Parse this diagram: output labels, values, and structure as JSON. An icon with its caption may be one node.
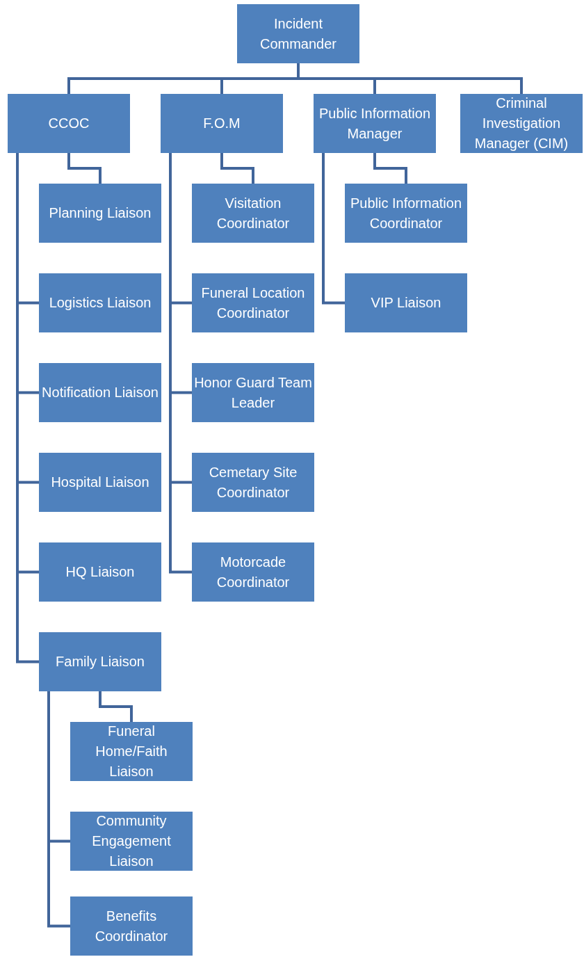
{
  "diagram": {
    "nodes": [
      {
        "text": [
          "Incident Commander"
        ]
      },
      {
        "text": [
          "CCOC"
        ]
      },
      {
        "text": [
          "F.O.M"
        ]
      },
      {
        "text": [
          "Public Information Manager"
        ]
      },
      {
        "text": [
          "Criminal Investigation Manager (CIM)"
        ]
      },
      {
        "text": [
          "Planning Liaison"
        ]
      },
      {
        "text": [
          "Logistics Liaison"
        ]
      },
      {
        "text": [
          "Notification Liaison"
        ]
      },
      {
        "text": [
          "Hospital Liaison"
        ]
      },
      {
        "text": [
          "HQ Liaison"
        ]
      },
      {
        "text": [
          "Family Liaison"
        ]
      },
      {
        "text": [
          "Funeral Home/Faith Liaison"
        ]
      },
      {
        "text": [
          "Community Engagement Liaison"
        ]
      },
      {
        "text": [
          "Benefits Coordinator"
        ]
      },
      {
        "text": [
          "Visitation Coordinator"
        ]
      },
      {
        "text": [
          "Funeral Location Coordinator"
        ]
      },
      {
        "text": [
          "Honor Guard Team Leader"
        ]
      },
      {
        "text": [
          "Cemetary Site Coordinator"
        ]
      },
      {
        "text": [
          "Motorcade Coordinator"
        ]
      },
      {
        "text": [
          "Public Information Coordinator"
        ]
      },
      {
        "text": [
          "VIP Liaison"
        ]
      }
    ],
    "edges": [
      {
        "from": 0,
        "to": 1,
        "arrow": "none"
      },
      {
        "from": 0,
        "to": 2,
        "arrow": "none"
      },
      {
        "from": 0,
        "to": 3,
        "arrow": "none"
      },
      {
        "from": 0,
        "to": 4,
        "arrow": "none"
      },
      {
        "from": 1,
        "to": 5,
        "arrow": "none"
      },
      {
        "from": 1,
        "to": 6,
        "arrow": "none"
      },
      {
        "from": 1,
        "to": 7,
        "arrow": "none"
      },
      {
        "from": 1,
        "to": 8,
        "arrow": "none"
      },
      {
        "from": 1,
        "to": 9,
        "arrow": "none"
      },
      {
        "from": 1,
        "to": 10,
        "arrow": "none"
      },
      {
        "from": 10,
        "to": 11,
        "arrow": "none"
      },
      {
        "from": 10,
        "to": 12,
        "arrow": "none"
      },
      {
        "from": 10,
        "to": 13,
        "arrow": "none"
      },
      {
        "from": 2,
        "to": 14,
        "arrow": "none"
      },
      {
        "from": 2,
        "to": 15,
        "arrow": "none"
      },
      {
        "from": 2,
        "to": 16,
        "arrow": "none"
      },
      {
        "from": 2,
        "to": 17,
        "arrow": "none"
      },
      {
        "from": 2,
        "to": 18,
        "arrow": "none"
      },
      {
        "from": 3,
        "to": 19,
        "arrow": "none"
      },
      {
        "from": 3,
        "to": 20,
        "arrow": "none"
      }
    ]
  }
}
